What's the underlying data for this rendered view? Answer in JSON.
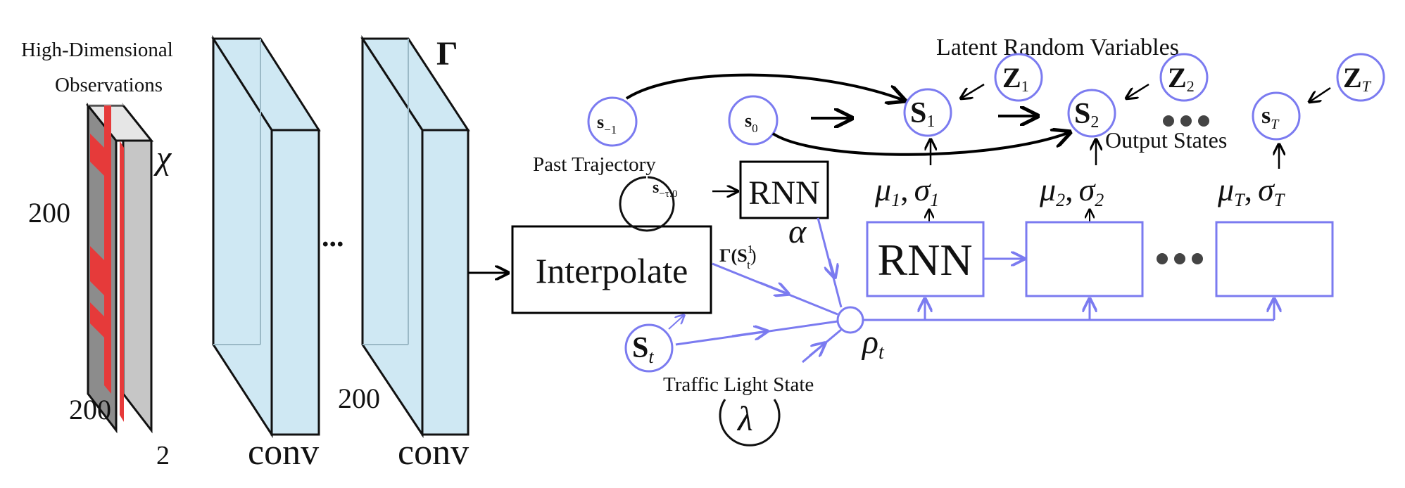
{
  "labels": {
    "obs_line1": "High-Dimensional",
    "obs_line2": "Observations",
    "dim_200_left": "200",
    "dim_200_bottom": "200",
    "dim_2": "2",
    "chi": "χ",
    "conv1": "conv",
    "conv2": "conv",
    "dots_conv": "...",
    "gamma": "Γ",
    "dim_200_conv": "200",
    "interpolate": "Interpolate",
    "gamma_input_main": "Γ(S",
    "gamma_input_sup": "1",
    "gamma_input_sub": "t",
    "gamma_input_close": ")",
    "past_trajectory": "Past Trajectory",
    "s_past_main": "s",
    "s_past_sub": "−τ:0",
    "rnn_small": "RNN",
    "alpha": "α",
    "s_minus1_main": "s",
    "s_minus1_sub": "−1",
    "s0_main": "s",
    "s0_sub": "0",
    "st_main": "S",
    "st_sub": "t",
    "rho_main": "ρ",
    "rho_sub": "t",
    "traffic_light": "Traffic Light State",
    "lambda": "λ",
    "latent": "Latent Random Variables",
    "output_states": "Output States",
    "rnn_big": "RNN",
    "s1_main": "S",
    "s1_sub": "1",
    "s2_main": "S",
    "s2_sub": "2",
    "sT_main": "s",
    "sT_sub": "T",
    "z1_main": "Z",
    "z1_sub": "1",
    "z2_main": "Z",
    "z2_sub": "2",
    "zT_main": "Z",
    "zT_sub": "T",
    "mu1": "μ",
    "mu1_sub": "1",
    "sigma1": "σ",
    "sigma1_sub": "1",
    "mu2": "μ",
    "mu2_sub": "2",
    "sigma2": "σ",
    "sigma2_sub": "2",
    "muT": "μ",
    "muT_sub": "T",
    "sigmaT": "σ",
    "sigmaT_sub": "T",
    "comma": ","
  },
  "colors": {
    "accent": "#7b7bf0",
    "conv_fill": "#cfe8f3",
    "grid_gray": "#8c8c8c",
    "grid_red": "#e63a3a",
    "cube_gray": "#c6c6c6"
  }
}
